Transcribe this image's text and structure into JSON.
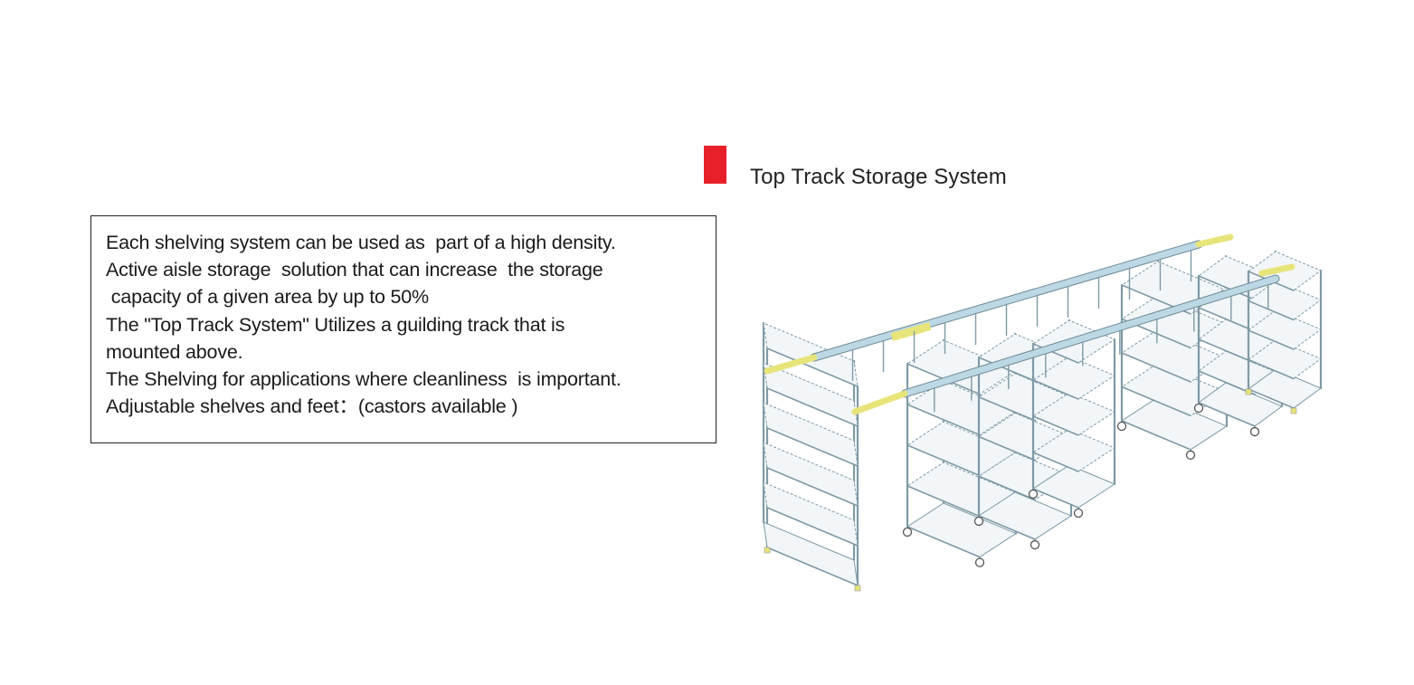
{
  "description": {
    "lines": [
      "Each shelving system can be used as  part of a high density.",
      "Active aisle storage  solution that can increase  the storage",
      " capacity of a given area by up to 50%",
      "The \"Top Track System\" Utilizes a guilding track that is",
      "mounted above.",
      "The Shelving for applications where cleanliness  is important.",
      "Adjustable shelves and feet：(castors available )"
    ]
  },
  "section": {
    "title": "Top Track Storage System",
    "accent_color": "#e8202a"
  },
  "illustration": {
    "name": "top-track-shelving-illustration",
    "track_color": "#bcd8e4",
    "end_cap_color": "#e7e57a",
    "frame_color": "#7f9aa6"
  }
}
